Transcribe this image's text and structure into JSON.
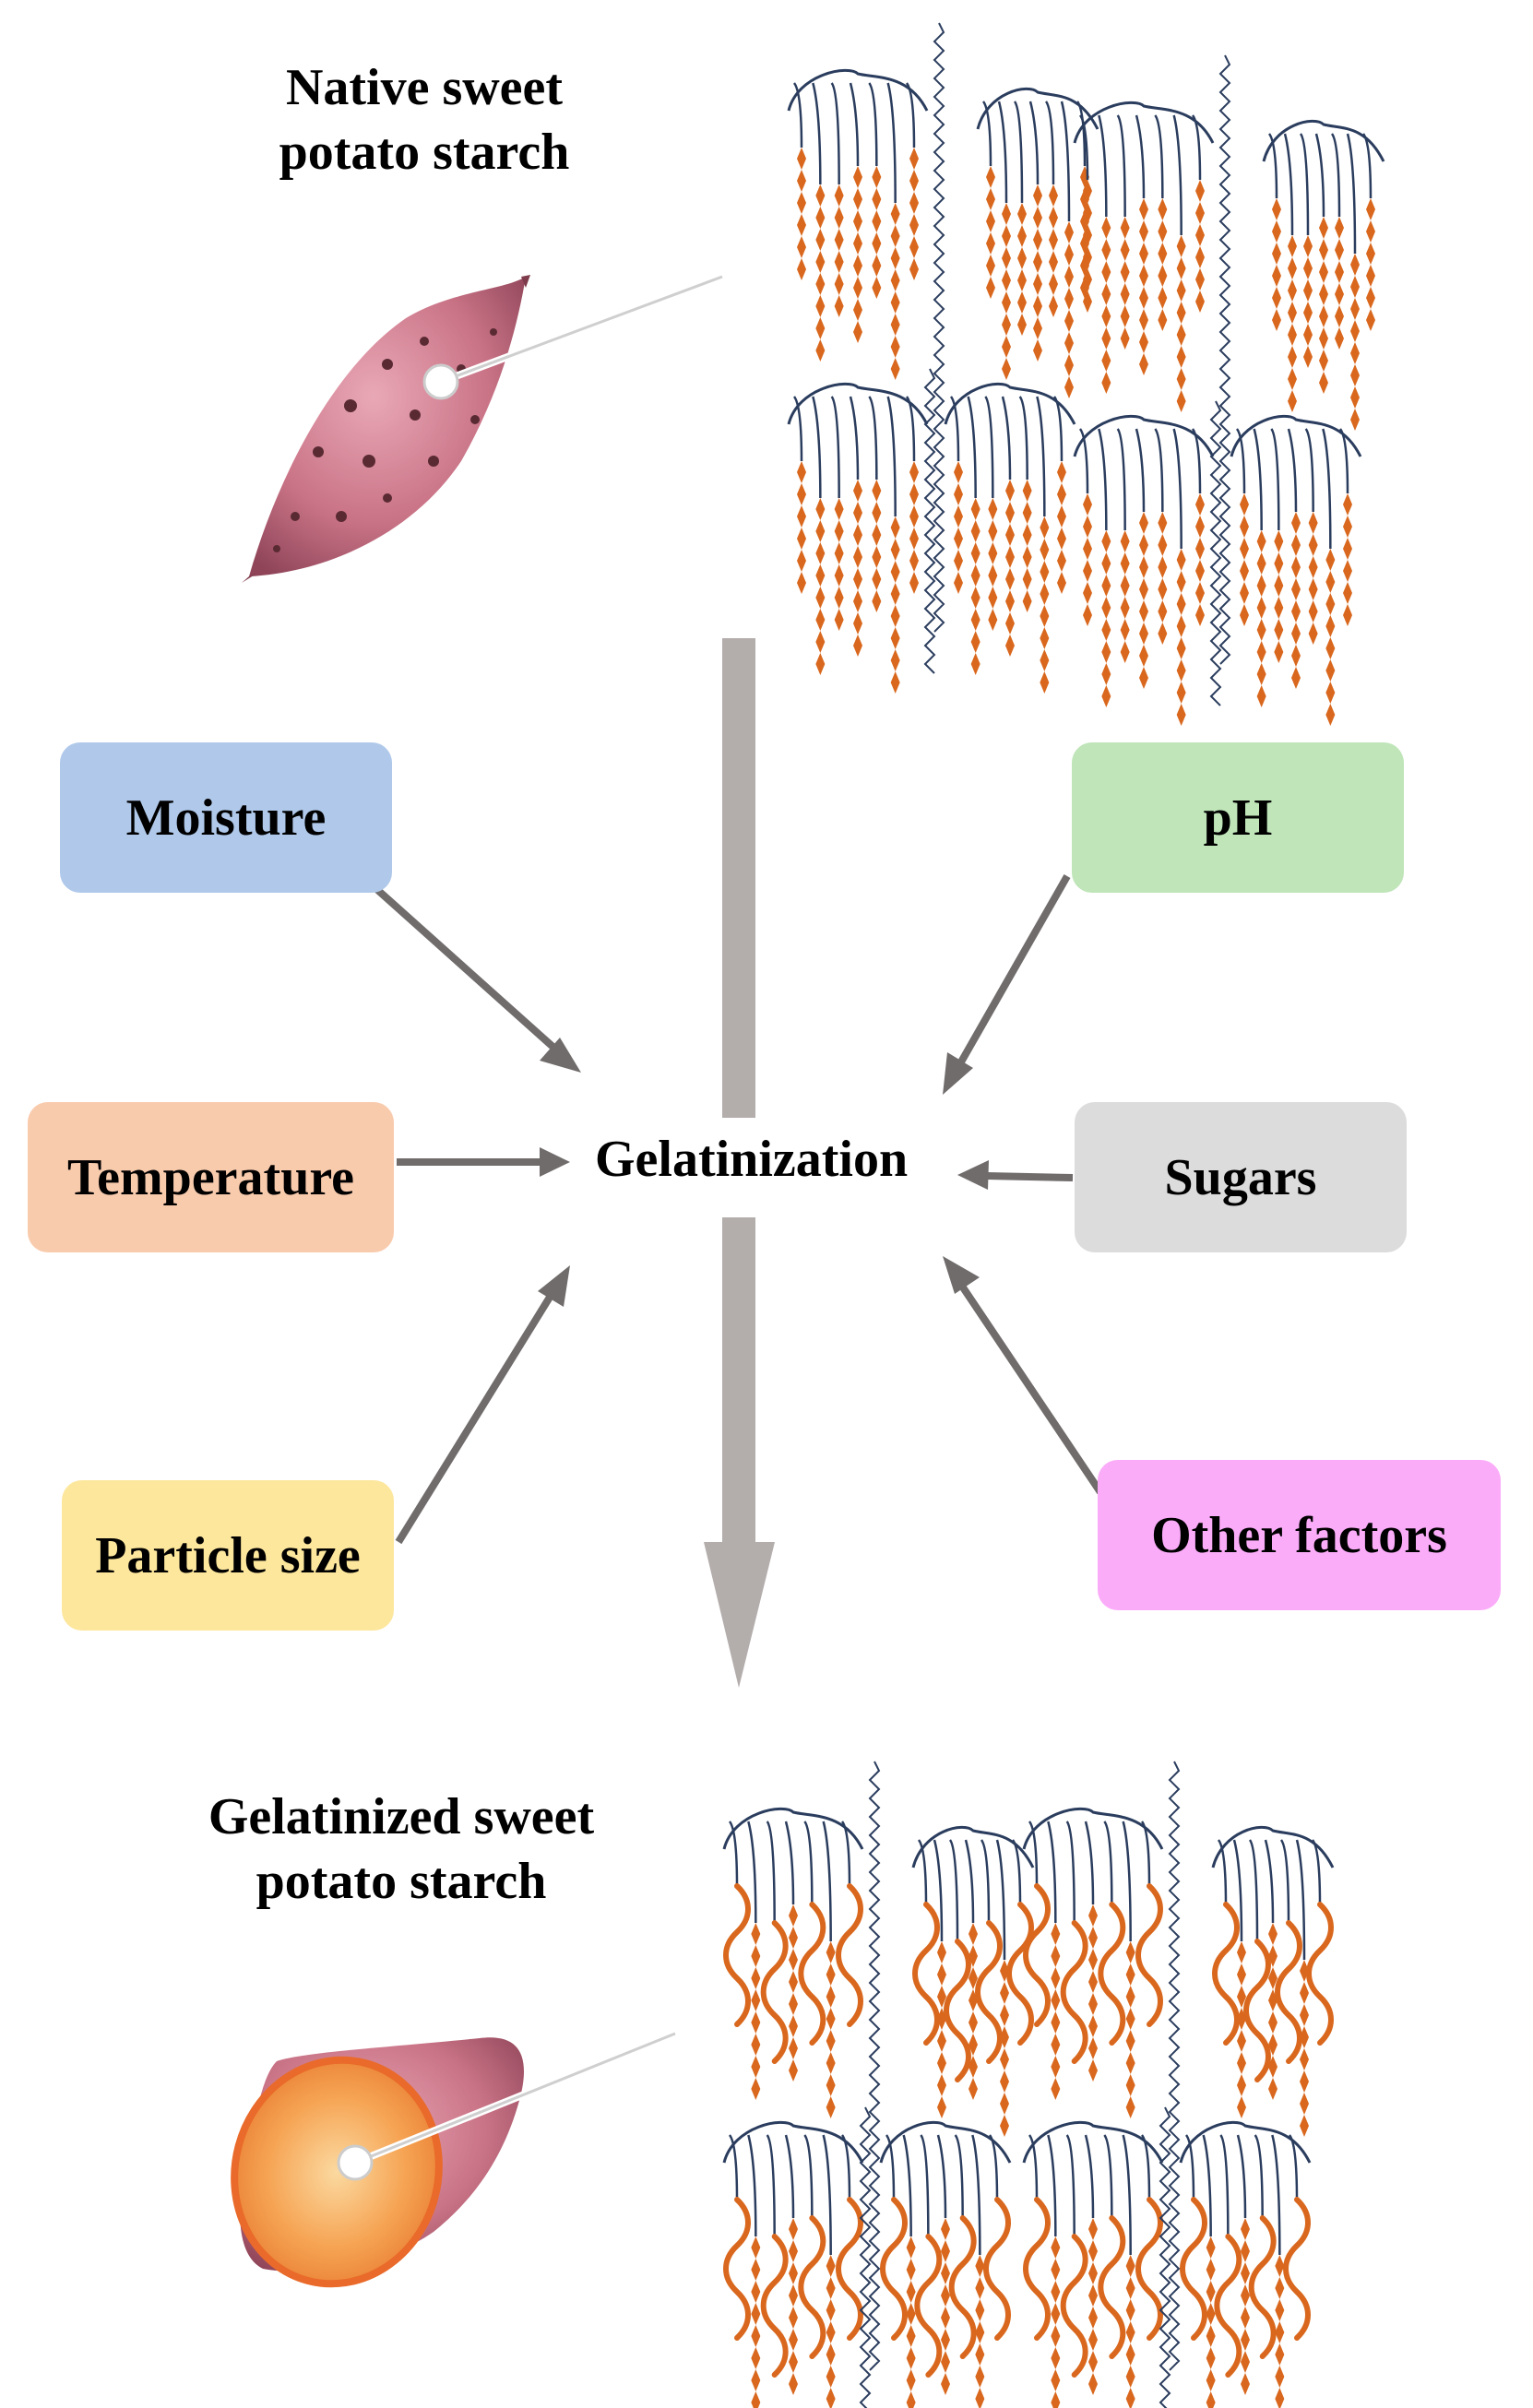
{
  "titles": {
    "native": "Native sweet\npotato starch",
    "gelatinized": "Gelatinized sweet\npotato starch"
  },
  "center": {
    "label": "Gelatinization"
  },
  "factors": [
    {
      "id": "moisture",
      "label": "Moisture",
      "color": "#b0c9ea"
    },
    {
      "id": "temperature",
      "label": "Temperature",
      "color": "#f9cbad"
    },
    {
      "id": "particle-size",
      "label": "Particle size",
      "color": "#fde79d"
    },
    {
      "id": "ph",
      "label": "pH",
      "color": "#bfe5b9"
    },
    {
      "id": "sugars",
      "label": "Sugars",
      "color": "#dcdcdc"
    },
    {
      "id": "other-factors",
      "label": "Other factors",
      "color": "#fbacf9"
    }
  ],
  "colors": {
    "main_arrow": "#b3adac",
    "factor_arrow": "#716c6c",
    "amylopectin_branch": "#2b3d5e",
    "crystalline_chain": "#d9681e",
    "potato_skin": "#c97386",
    "potato_flesh": "#f3953a"
  },
  "icons": {
    "native_potato": "whole-sweet-potato-icon",
    "gelatinized_potato": "halved-sweet-potato-icon"
  }
}
